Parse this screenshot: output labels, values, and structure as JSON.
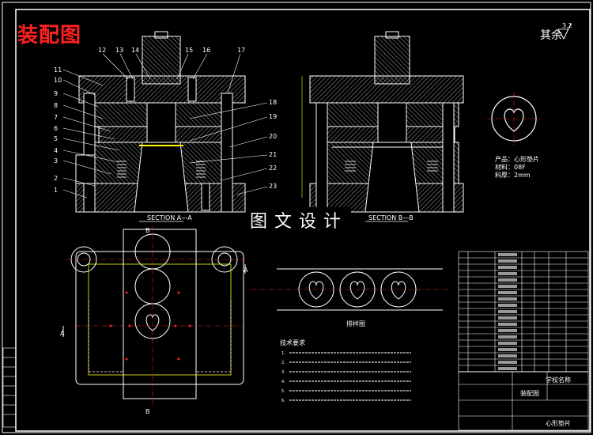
{
  "drawing": {
    "title": "装配图",
    "roughness_label": "其余",
    "roughness_value": "3.2",
    "watermark": "图文设计",
    "section_a_label": "SECTION A—A",
    "section_b_label": "SECTION B—B",
    "strip_label": "排样图",
    "part_note_lines": [
      "产品：心形垫片",
      "材料：08F",
      "料厚：2mm"
    ],
    "tech_req_title": "技术要求",
    "tech_req_items": [
      "1.",
      "2.",
      "3.",
      "4.",
      "5.",
      "6."
    ],
    "part_numbers_left": [
      "11",
      "10",
      "9",
      "8",
      "7",
      "6",
      "5",
      "4",
      "3",
      "2",
      "1"
    ],
    "part_numbers_top": [
      "12",
      "13",
      "14",
      "15",
      "16",
      "17"
    ],
    "part_numbers_right": [
      "18",
      "19",
      "20",
      "21",
      "22",
      "23"
    ],
    "view_marks": [
      "A",
      "A",
      "B",
      "B"
    ],
    "title_block": {
      "name": "心形垫片",
      "drawing_type": "装配图",
      "school": "学校名称"
    },
    "colors": {
      "background": "#000000",
      "line": "#ffffff",
      "title": "#ff2020",
      "center": "#ff2020",
      "hatch": "#ffffff",
      "dim": "#ffff00",
      "cyan": "#00e5ff"
    }
  }
}
